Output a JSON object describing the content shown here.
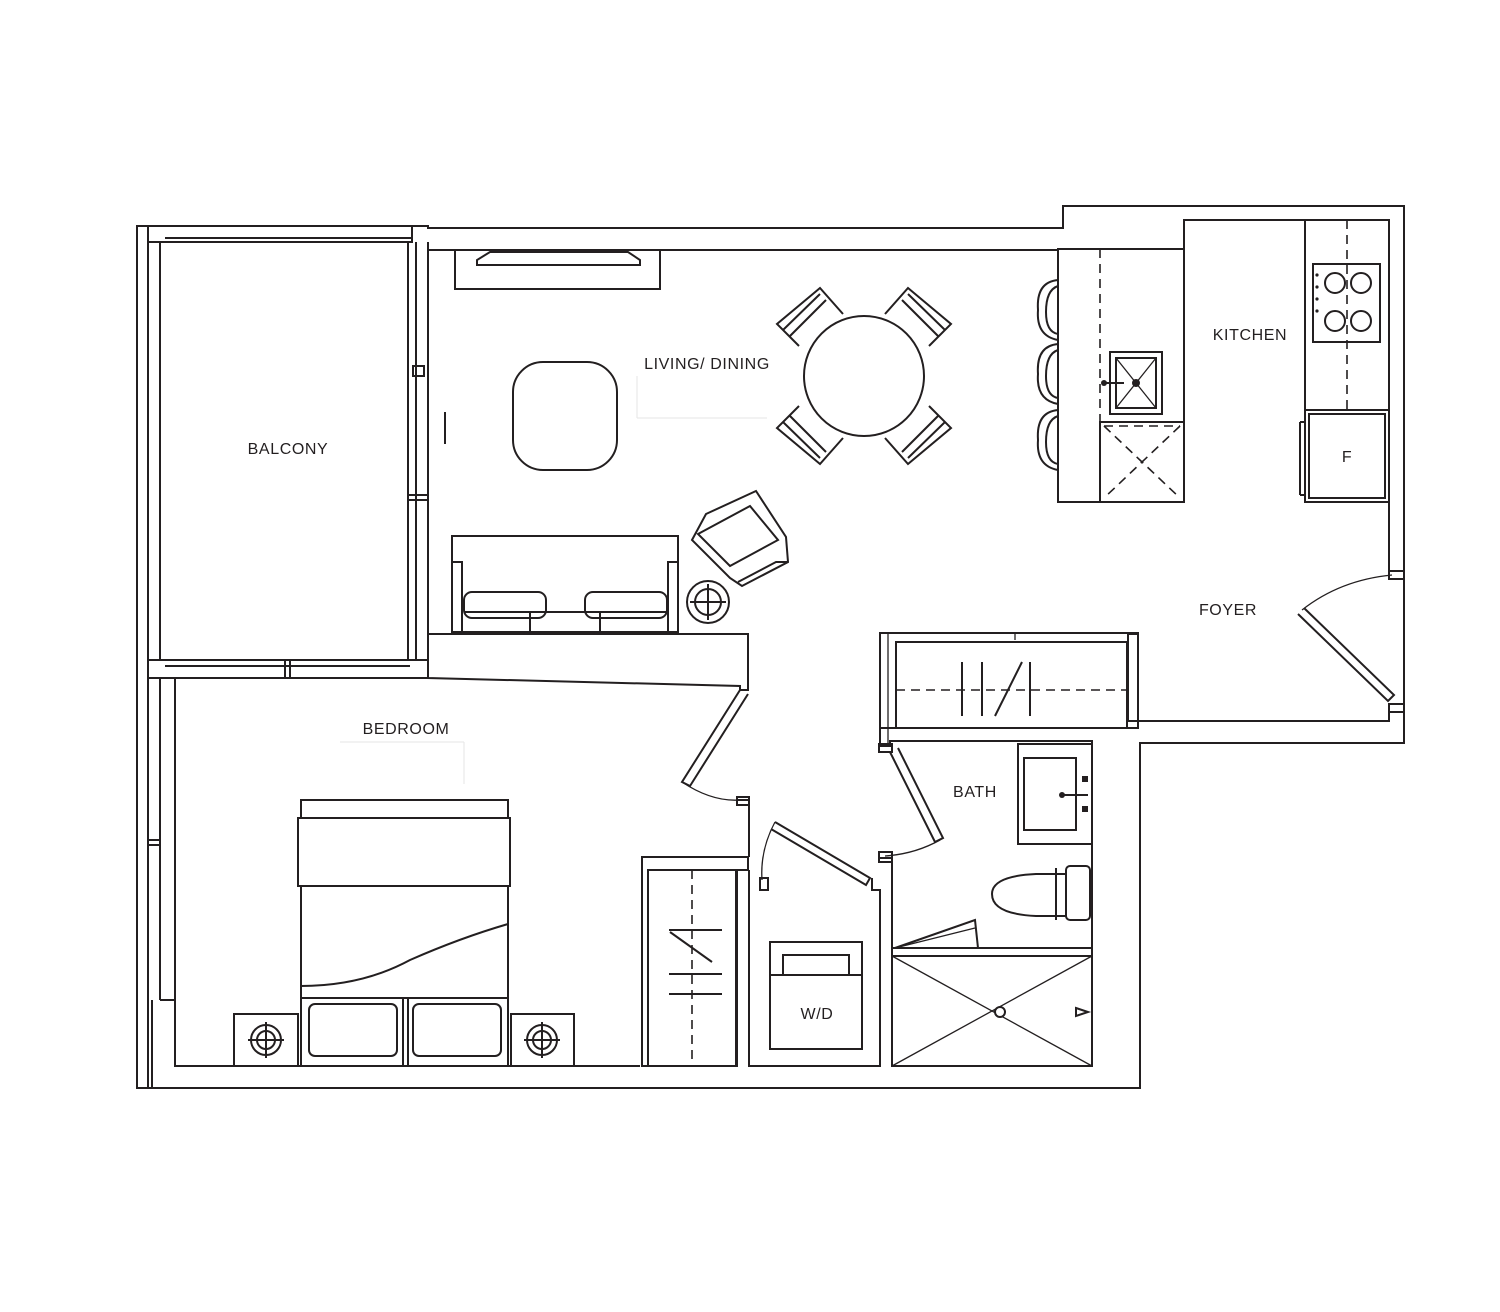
{
  "rooms": {
    "balcony": "BALCONY",
    "living_dining": "LIVING/ DINING",
    "kitchen": "KITCHEN",
    "fridge": "F",
    "foyer": "FOYER",
    "bedroom": "BEDROOM",
    "bath": "BATH",
    "washer_dryer": "W/D"
  }
}
